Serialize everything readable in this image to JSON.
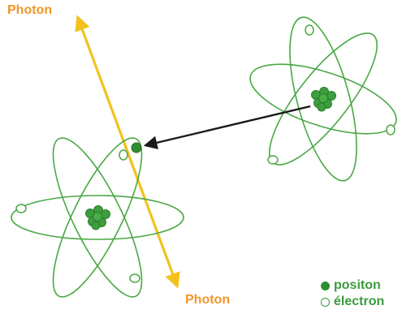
{
  "labels": {
    "photon_top": "Photon",
    "photon_bottom": "Photon"
  },
  "legend": {
    "positron": "positon",
    "electron": "électron"
  },
  "colors": {
    "photon_line": "#f2c21b",
    "photon_text": "#f0962a",
    "orbit": "#4aa845",
    "nucleus": "#3d9e3d",
    "nucleus_dark": "#2c7d2c",
    "positron": "#2f8f2f",
    "legend_text": "#3c9a3c",
    "arrow": "#1a1a1a"
  }
}
